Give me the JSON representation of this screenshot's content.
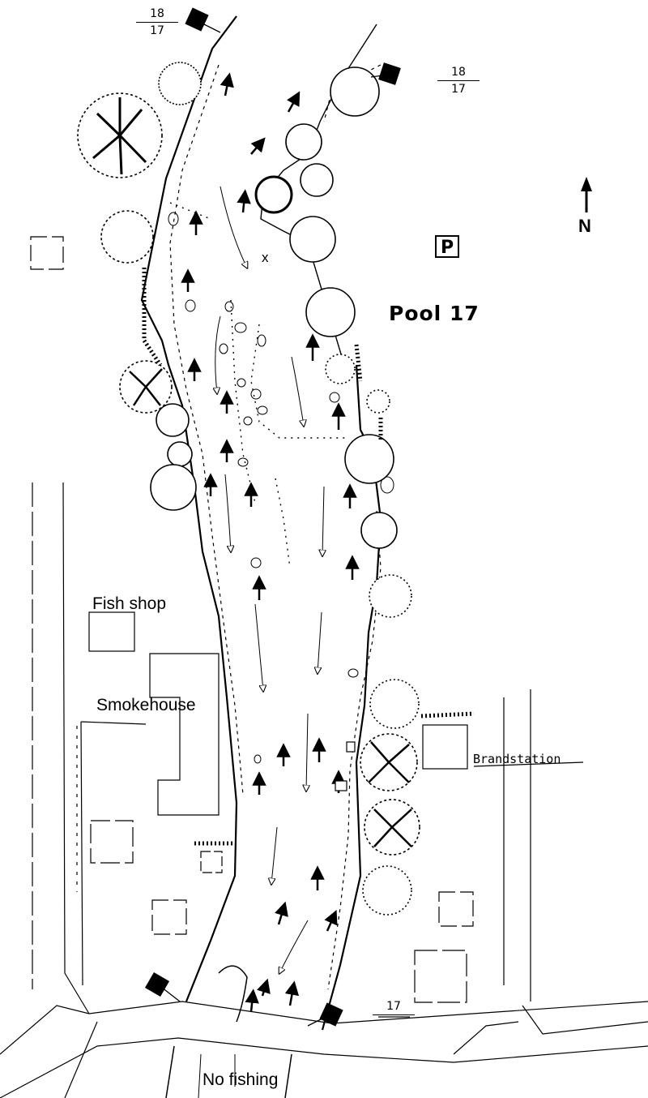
{
  "map": {
    "pool_label": "Pool 17",
    "north_label": "N",
    "parking_symbol": "P",
    "buildings": {
      "fish_shop": "Fish shop",
      "smokehouse": "Smokehouse",
      "fire_station": "Brandstation"
    },
    "no_fishing_label": "No fishing",
    "boundary_top_left": {
      "upper": "18",
      "lower": "17"
    },
    "boundary_top_right": {
      "upper": "18",
      "lower": "17"
    },
    "boundary_bottom_right": {
      "lower": "17"
    },
    "spot_mark": "x",
    "colors": {
      "ink": "#000000",
      "paper": "#ffffff"
    },
    "icons": [
      "north-arrow-icon",
      "parking-icon",
      "boundary-marker-icon",
      "tree-icon",
      "stone-icon",
      "current-arrow-icon"
    ]
  }
}
